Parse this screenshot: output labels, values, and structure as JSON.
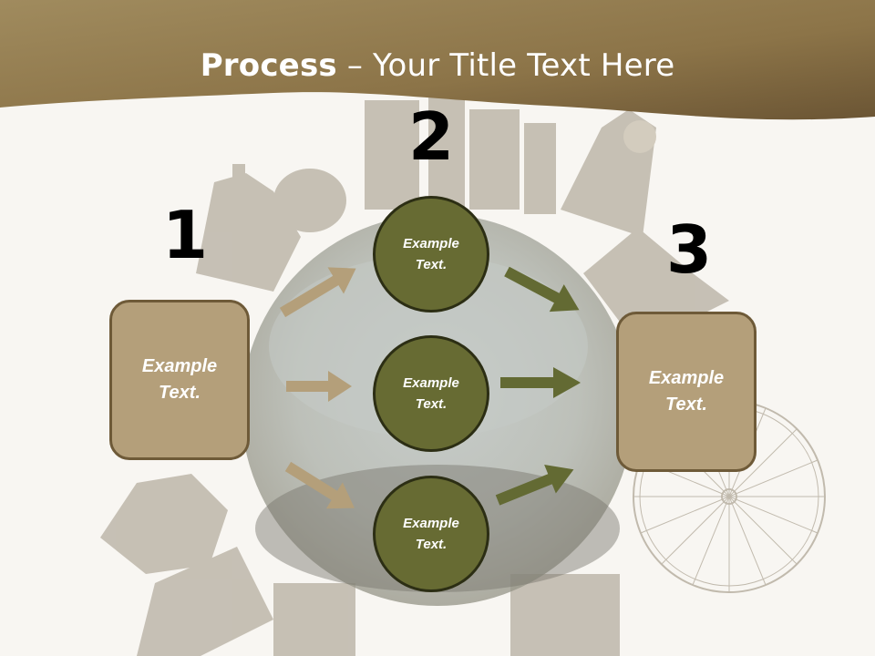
{
  "slide": {
    "title_bold": "Process",
    "title_rest": " – Your Title Text Here",
    "steps": [
      {
        "number": "1",
        "box_text": "Example\nText."
      },
      {
        "number": "2"
      },
      {
        "number": "3",
        "box_text": "Example\nText."
      }
    ],
    "circles": [
      {
        "text": "Example\nText."
      },
      {
        "text": "Example\nText."
      },
      {
        "text": "Example\nText."
      }
    ]
  },
  "colors": {
    "banner": "#957c4f",
    "box_fill": "#b49f7a",
    "circle_fill": "#676b33",
    "arrow_left": "#b49f7a",
    "arrow_right": "#636a33"
  }
}
